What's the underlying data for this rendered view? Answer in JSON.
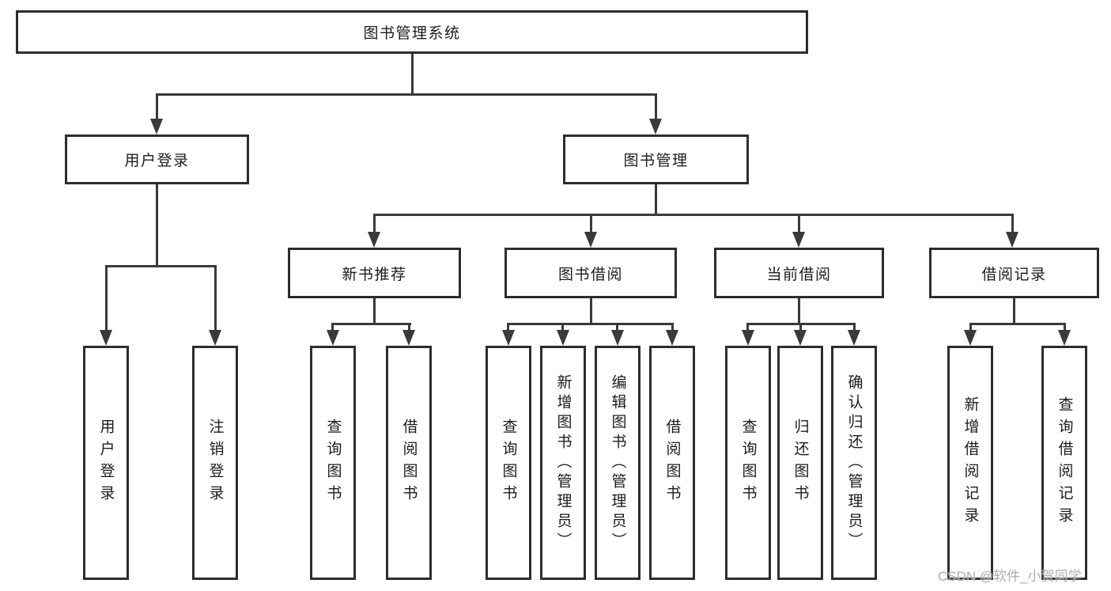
{
  "colors": {
    "background": "#ffffff",
    "box_border": "#2d2d2d",
    "connector_line": "#3a3a3a",
    "text": "#1c1c1c",
    "watermark": "#a8a8a8"
  },
  "diagram": {
    "root": {
      "label": "图书管理系统"
    },
    "level2": {
      "user_login": {
        "label": "用户登录"
      },
      "book_management": {
        "label": "图书管理"
      }
    },
    "level3": {
      "new_book_recommend": {
        "label": "新书推荐"
      },
      "book_borrow": {
        "label": "图书借阅"
      },
      "current_borrow": {
        "label": "当前借阅"
      },
      "borrow_records": {
        "label": "借阅记录"
      }
    },
    "leaves": {
      "user_login": {
        "label": "用户登录"
      },
      "logout": {
        "label": "注销登录"
      },
      "query_books_recommend": {
        "label": "查询图书"
      },
      "borrow_books_recommend": {
        "label": "借阅图书"
      },
      "query_books_borrow": {
        "label": "查询图书"
      },
      "add_books_admin": {
        "label": "新增图书（管理员）"
      },
      "edit_books_admin": {
        "label": "编辑图书（管理员）"
      },
      "borrow_books": {
        "label": "借阅图书"
      },
      "query_books_current": {
        "label": "查询图书"
      },
      "return_books": {
        "label": "归还图书"
      },
      "confirm_return_admin": {
        "label": "确认归还（管理员）"
      },
      "add_borrow_record": {
        "label": "新增借阅记录"
      },
      "query_borrow_record": {
        "label": "查询借阅记录"
      }
    }
  },
  "watermark": {
    "text": "CSDN @软件_小贺同学"
  }
}
